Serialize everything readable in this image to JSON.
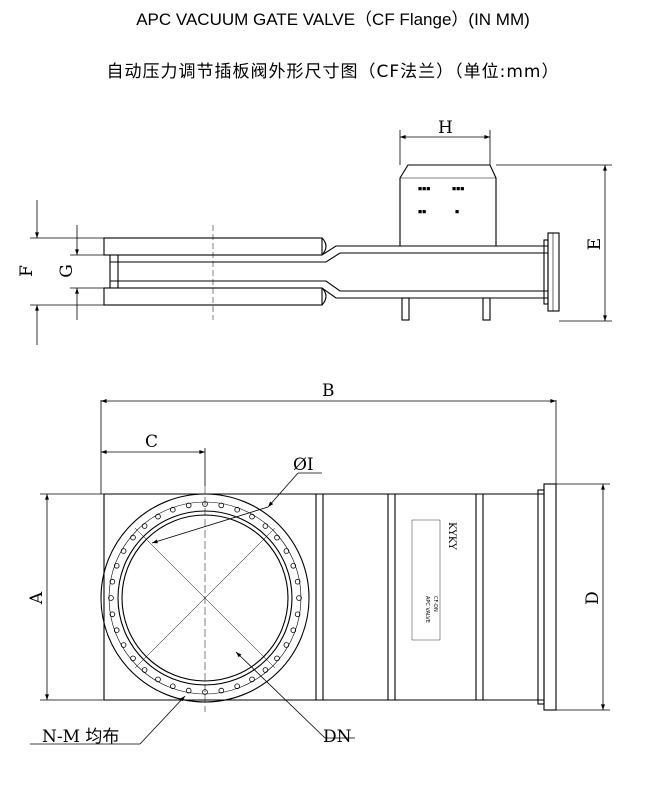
{
  "title": "APC VACUUM GATE VALVE（CF Flange）(IN MM)",
  "subtitle": "自动压力调节插板阀外形尺寸图（CF法兰）（单位:mm）",
  "colors": {
    "line": "#000000",
    "background": "#ffffff"
  },
  "dimensions": {
    "A": "A",
    "B": "B",
    "C": "C",
    "D": "D",
    "E": "E",
    "F": "F",
    "G": "G",
    "H": "H",
    "I": "ØI",
    "DN": "DN"
  },
  "annotations": {
    "bolt_holes": "N-M 均布"
  },
  "nameplate": {
    "brand": "KYKY",
    "line1": "APC VALVE",
    "line2": "CF-DN"
  }
}
